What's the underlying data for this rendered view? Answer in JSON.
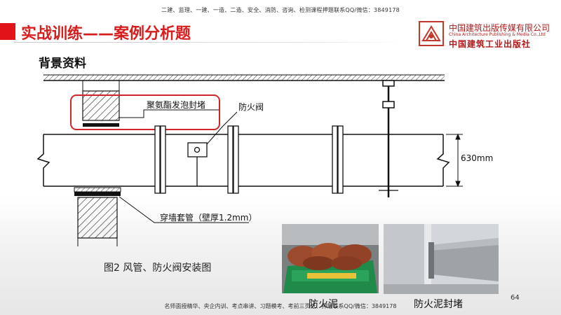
{
  "header": {
    "notice": "二建、监理、一建、一造、二造、安全、消防、咨询、检测课程押题联系QQ/微信：3849178",
    "title": "实战训练——案例分析题",
    "subtitle": "背景资料"
  },
  "logo": {
    "name_cn": "中国建筑出版传媒有限公司",
    "name_en": "China Architecture Publishing & Media Co.,Ltd",
    "name_cn2": "中国建筑工业出版社"
  },
  "diagram": {
    "labels": {
      "foam_seal": "聚氨酯发泡封堵",
      "fire_damper": "防火阀",
      "dimension": "630mm",
      "wall_sleeve": "穿墙套管（壁厚1.2mm）"
    },
    "caption": "图2  风管、防火阀安装图"
  },
  "photos": {
    "photo1_caption": "防火泥",
    "photo2_caption": "防火泥封堵"
  },
  "footer": {
    "notice": "名师面授精华、央企内训、考点串讲、习题模考、考前三页纸、押题联系QQ/微信：3849178",
    "page_number": "64"
  }
}
